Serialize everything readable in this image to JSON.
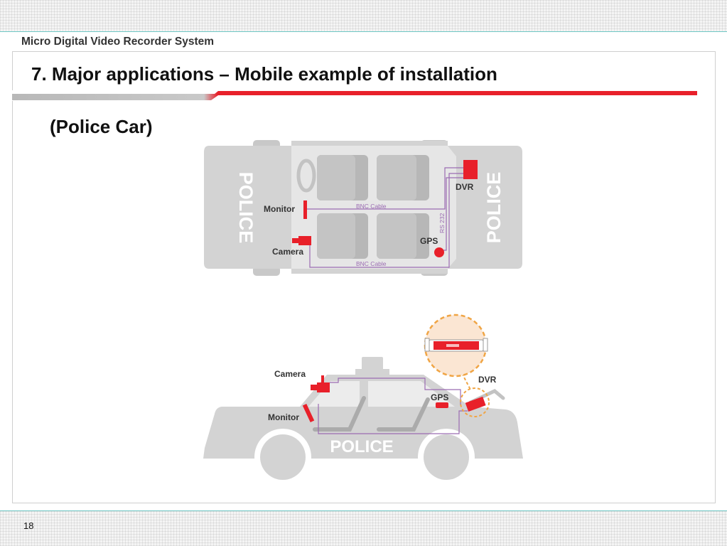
{
  "header": {
    "brand": "Micro Digital Video Recorder System"
  },
  "slide": {
    "title": "7. Major applications – Mobile example of installation",
    "subtitle": "(Police Car)",
    "page_number": "18"
  },
  "top_view": {
    "police_left": "POLICE",
    "police_right": "POLICE",
    "monitor": "Monitor",
    "camera": "Camera",
    "dvr": "DVR",
    "gps": "GPS",
    "bnc_cable_top": "BNC Cable",
    "bnc_cable_bottom": "BNC Cable",
    "rs232": "RS 232"
  },
  "side_view": {
    "camera": "Camera",
    "monitor": "Monitor",
    "gps": "GPS",
    "dvr": "DVR",
    "police": "POLICE"
  },
  "colors": {
    "accent_red": "#e8202a",
    "car_gray": "#d3d3d3",
    "cable_purple": "#9b6cb2",
    "callout_orange": "#f0a545"
  }
}
